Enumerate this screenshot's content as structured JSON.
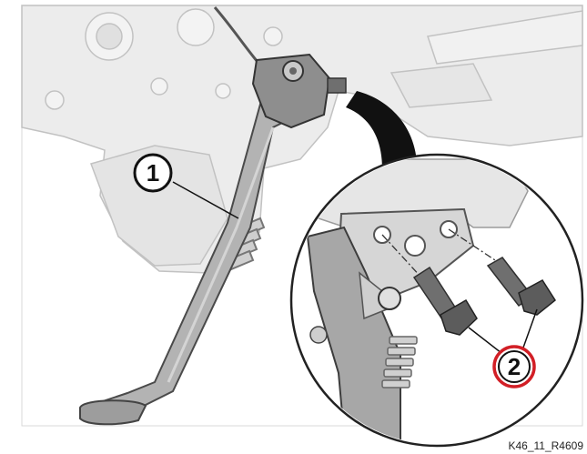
{
  "figure": {
    "figure_id": "K46_11_R4609",
    "callouts": [
      {
        "number": "1"
      },
      {
        "number": "2"
      }
    ]
  },
  "colors": {
    "engine_gray": "#e9e9e9",
    "engine_line": "#bdbdbd",
    "stand_gray": "#a9a9a9",
    "dark_part": "#6e6e6e",
    "callout_red": "#d21f26",
    "arrow_black": "#111111"
  }
}
